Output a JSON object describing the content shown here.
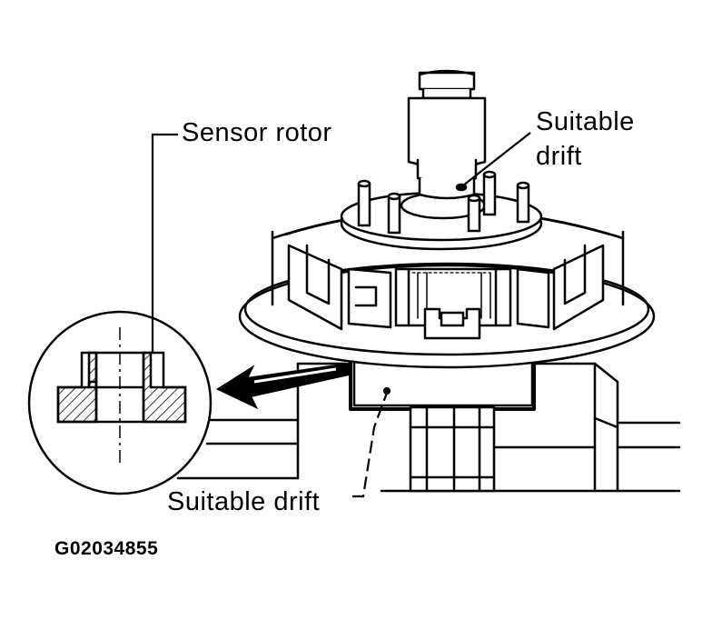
{
  "labels": {
    "sensor_rotor": "Sensor rotor",
    "suitable_drift_top_line1": "Suitable",
    "suitable_drift_top_line2": "drift",
    "suitable_drift_bottom": "Suitable drift",
    "figure_code": "G02034855"
  }
}
